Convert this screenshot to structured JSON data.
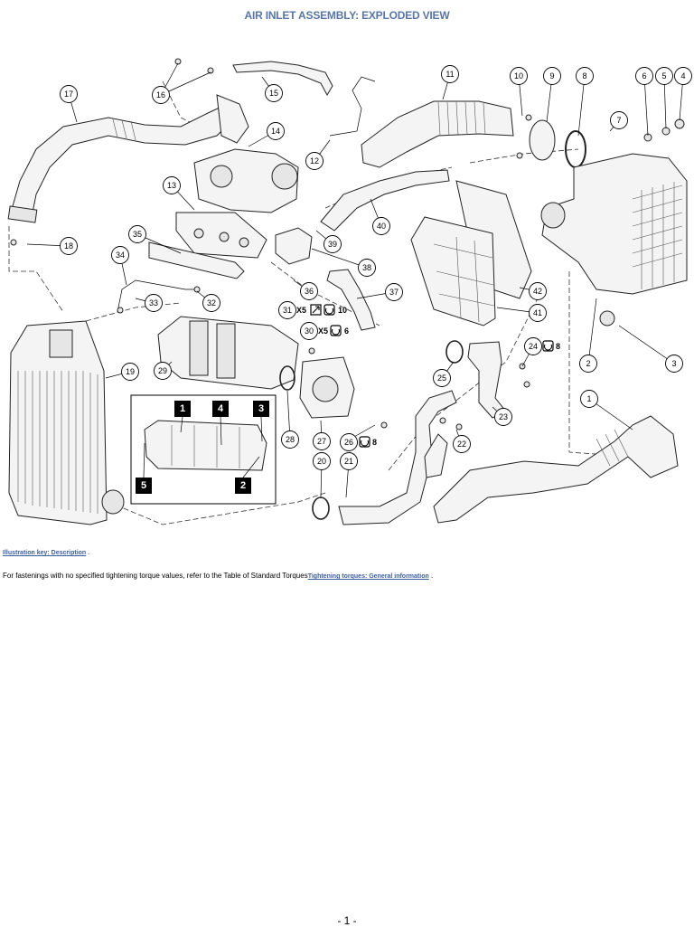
{
  "title": "AIR INLET ASSEMBLY: EXPLODED VIEW",
  "callouts": [
    "1",
    "2",
    "3",
    "4",
    "5",
    "6",
    "7",
    "8",
    "9",
    "10",
    "11",
    "12",
    "13",
    "14",
    "15",
    "16",
    "17",
    "18",
    "19",
    "20",
    "21",
    "22",
    "23",
    "24",
    "25",
    "26",
    "27",
    "28",
    "29",
    "30",
    "31",
    "32",
    "33",
    "34",
    "35",
    "36",
    "37",
    "38",
    "39",
    "40",
    "41",
    "42"
  ],
  "inset_labels": [
    "1",
    "4",
    "3",
    "5",
    "2"
  ],
  "torque_specs": {
    "t31": {
      "prefix": "X5",
      "value": "10"
    },
    "t30": {
      "prefix": "X5",
      "value": "6"
    },
    "t26": {
      "value": "8"
    },
    "t24": {
      "value": "8"
    }
  },
  "key_link": "Illustration key: Description",
  "key_suffix": ".",
  "note_text": "For fastenings with no specified tightening torque values, refer to the Table of Standard Torques",
  "note_link": "Tightening torques: General information",
  "note_suffix": ".",
  "page_number": "- 1 -"
}
